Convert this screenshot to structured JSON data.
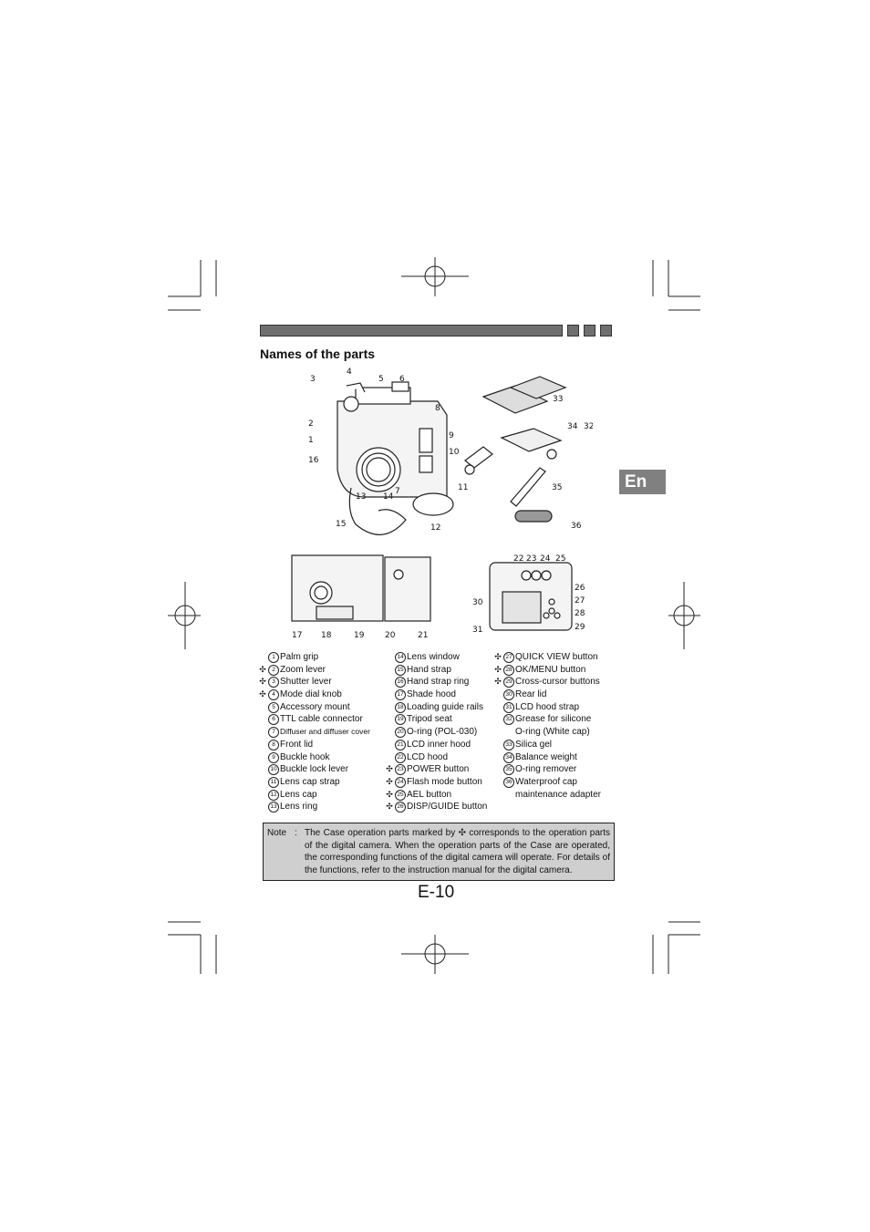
{
  "section_title": "Names of the parts",
  "lang_tab": "En",
  "page_number": "E-10",
  "marker_symbol": "✣",
  "parts": [
    {
      "num": "1",
      "label": "Palm grip",
      "marked": false
    },
    {
      "num": "2",
      "label": "Zoom lever",
      "marked": true
    },
    {
      "num": "3",
      "label": "Shutter lever",
      "marked": true
    },
    {
      "num": "4",
      "label": "Mode dial knob",
      "marked": true
    },
    {
      "num": "5",
      "label": "Accessory mount",
      "marked": false
    },
    {
      "num": "6",
      "label": "TTL cable connector",
      "marked": false
    },
    {
      "num": "7",
      "label": "Diffuser and diffuser cover",
      "marked": false
    },
    {
      "num": "8",
      "label": "Front lid",
      "marked": false
    },
    {
      "num": "9",
      "label": "Buckle hook",
      "marked": false
    },
    {
      "num": "10",
      "label": "Buckle lock lever",
      "marked": false
    },
    {
      "num": "11",
      "label": "Lens cap strap",
      "marked": false
    },
    {
      "num": "12",
      "label": "Lens cap",
      "marked": false
    },
    {
      "num": "13",
      "label": "Lens ring",
      "marked": false
    },
    {
      "num": "14",
      "label": "Lens window",
      "marked": false
    },
    {
      "num": "15",
      "label": "Hand strap",
      "marked": false
    },
    {
      "num": "16",
      "label": "Hand strap ring",
      "marked": false
    },
    {
      "num": "17",
      "label": "Shade hood",
      "marked": false
    },
    {
      "num": "18",
      "label": "Loading guide rails",
      "marked": false
    },
    {
      "num": "19",
      "label": "Tripod seat",
      "marked": false
    },
    {
      "num": "20",
      "label": "O-ring (POL-030)",
      "marked": false
    },
    {
      "num": "21",
      "label": "LCD inner hood",
      "marked": false
    },
    {
      "num": "22",
      "label": "LCD hood",
      "marked": false
    },
    {
      "num": "23",
      "label": "POWER button",
      "marked": true
    },
    {
      "num": "24",
      "label": "Flash mode button",
      "marked": true
    },
    {
      "num": "25",
      "label": "AEL button",
      "marked": true
    },
    {
      "num": "26",
      "label": "DISP/GUIDE button",
      "marked": true
    },
    {
      "num": "27",
      "label": "QUICK VIEW button",
      "marked": true
    },
    {
      "num": "28",
      "label": "OK/MENU button",
      "marked": true
    },
    {
      "num": "29",
      "label": "Cross-cursor buttons",
      "marked": true
    },
    {
      "num": "30",
      "label": "Rear lid",
      "marked": false
    },
    {
      "num": "31",
      "label": "LCD hood strap",
      "marked": false
    },
    {
      "num": "32",
      "label": "Grease for silicone",
      "cont": "O-ring (White cap)",
      "marked": false
    },
    {
      "num": "33",
      "label": "Silica gel",
      "marked": false
    },
    {
      "num": "34",
      "label": "Balance weight",
      "marked": false
    },
    {
      "num": "35",
      "label": "O-ring remover",
      "marked": false
    },
    {
      "num": "36",
      "label": "Waterproof cap",
      "cont": "maintenance adapter",
      "marked": false
    }
  ],
  "note": {
    "label": "Note",
    "colon": ":",
    "text": "The Case operation parts marked by ✣ corresponds to the operation parts of the digital camera. When the operation parts of the Case are operated, the corresponding functions of the digital camera will operate. For details of the functions, refer to the instruction manual for the digital camera."
  },
  "illustration": {
    "front_callouts": [
      "3",
      "4",
      "5",
      "6",
      "8",
      "2",
      "1",
      "9",
      "10",
      "16",
      "7",
      "11",
      "13",
      "14",
      "15",
      "12"
    ],
    "accessory_callouts": [
      "33",
      "34",
      "32",
      "35",
      "36"
    ],
    "open_callouts": [
      "17",
      "18",
      "19",
      "20",
      "21"
    ],
    "rear_callouts": [
      "22",
      "23",
      "24",
      "25",
      "26",
      "27",
      "28",
      "29",
      "30",
      "31"
    ]
  }
}
